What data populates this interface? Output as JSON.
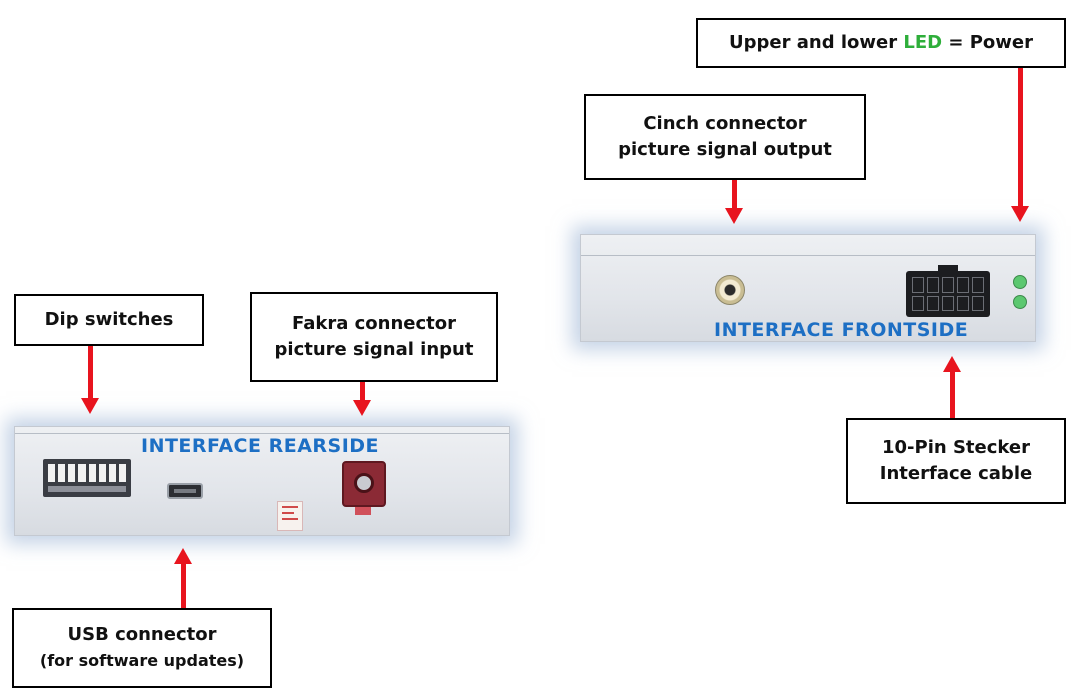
{
  "rearside": {
    "title": "INTERFACE  REARSIDE",
    "dip_label": "Dip switches",
    "fakra_label_line1": "Fakra connector",
    "fakra_label_line2": "picture signal input",
    "usb_label_line1": "USB connector",
    "usb_label_line2": "(for software updates)"
  },
  "frontside": {
    "title": "INTERFACE  FRONTSIDE",
    "led_label_prefix": "Upper and lower ",
    "led_label_highlight": "LED",
    "led_label_suffix": " = Power",
    "cinch_label_line1": "Cinch connector",
    "cinch_label_line2": "picture signal output",
    "pin_label_line1": "10-Pin Stecker",
    "pin_label_line2": "Interface cable"
  },
  "colors": {
    "arrow": "#e8141e",
    "panel_title": "#1d6fc4",
    "led_text": "#2eae3a",
    "led": "#5cc870",
    "fakra": "#8b2a35"
  }
}
